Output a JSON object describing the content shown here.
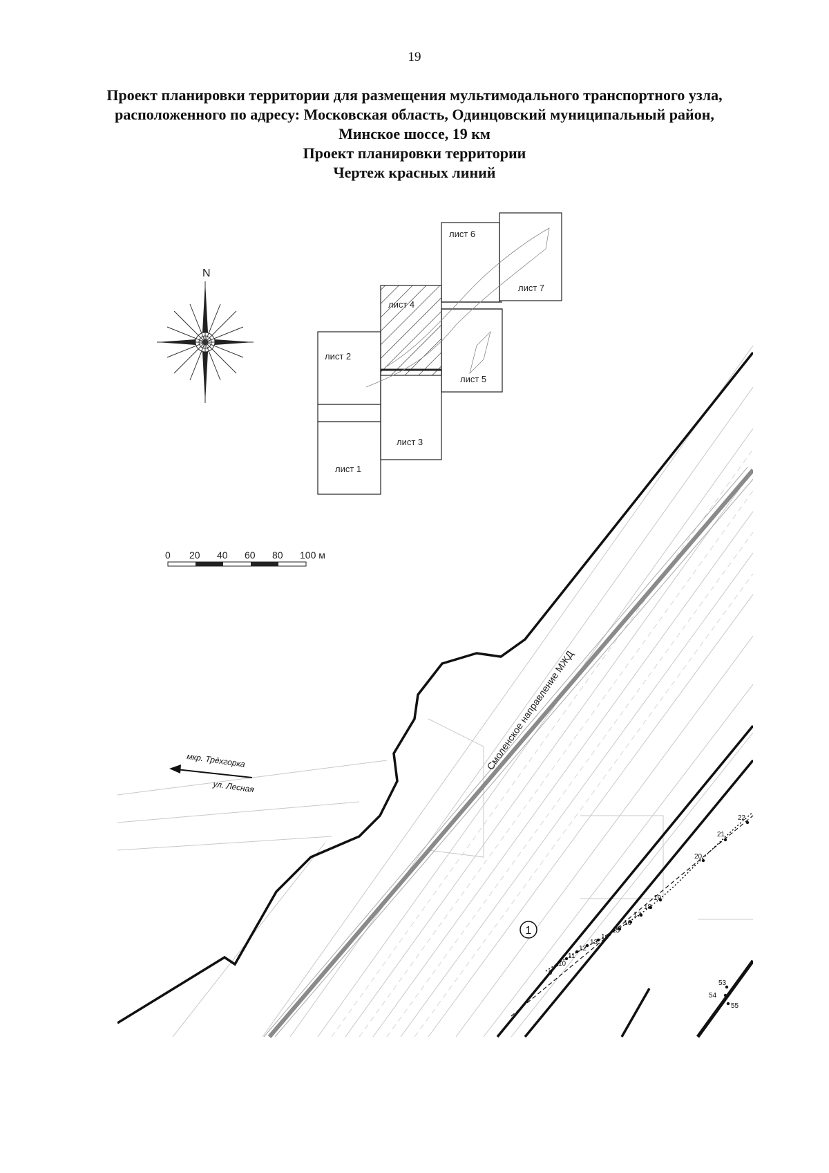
{
  "page_number": "19",
  "title": {
    "line1": "Проект планировки территории для размещения мультимодального транспортного узла,",
    "line2": "расположенного по адресу: Московская область, Одинцовский муниципальный район,",
    "line3": "Минское шоссе, 19 км",
    "line4": "Проект планировки территории",
    "line5": "Чертеж красных линий"
  },
  "compass": {
    "north_label": "N",
    "icon": "compass-rose-icon"
  },
  "sheet_index": {
    "sheets": [
      {
        "id": "sheet-1",
        "label": "лист 1"
      },
      {
        "id": "sheet-2",
        "label": "лист 2"
      },
      {
        "id": "sheet-3",
        "label": "лист 3"
      },
      {
        "id": "sheet-4",
        "label": "лист 4",
        "highlighted": true
      },
      {
        "id": "sheet-5",
        "label": "лист 5"
      },
      {
        "id": "sheet-6",
        "label": "лист 6"
      },
      {
        "id": "sheet-7",
        "label": "лист 7"
      }
    ]
  },
  "scale_bar": {
    "ticks": [
      "0",
      "20",
      "40",
      "60",
      "80",
      "100 м"
    ]
  },
  "map": {
    "railway_label": "Смоленское направление МЖД",
    "direction_label_1": "мкр. Трёхгорка",
    "direction_label_2": "ул. Лесная",
    "zone_marker": "1",
    "point_numbers": [
      "9",
      "10",
      "11",
      "12",
      "13",
      "14",
      "15",
      "16",
      "17",
      "18",
      "19",
      "20",
      "21",
      "22",
      "53",
      "54",
      "55"
    ]
  },
  "colors": {
    "ink": "#111111",
    "faint": "#bbbbbb",
    "rail": "#8a8a8a"
  }
}
